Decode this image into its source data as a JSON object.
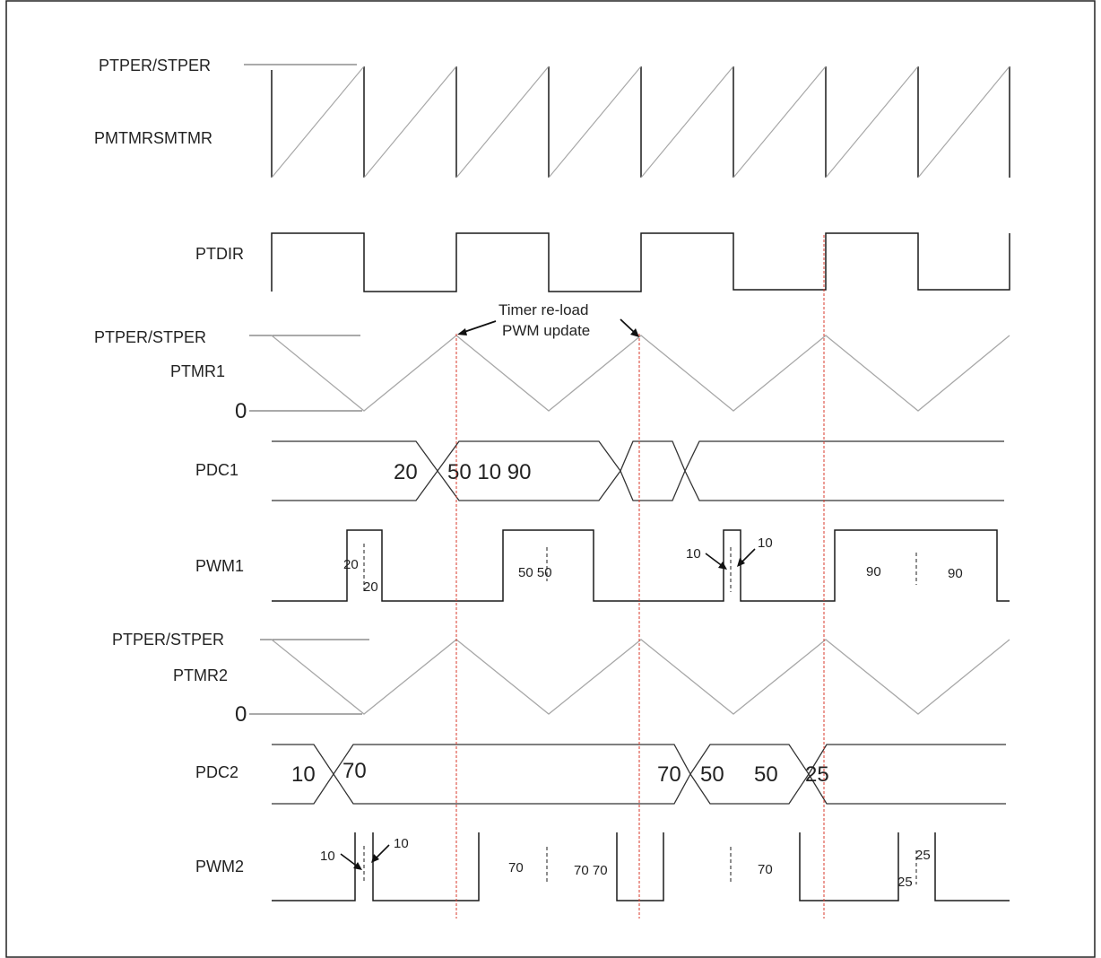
{
  "colors": {
    "wave": "#1a1a1a",
    "ramp": "#a8a8a8",
    "guide": "#d93a2b",
    "reference": "#555555",
    "bus": "#333333"
  },
  "signals": {
    "ptper_top": "PTPER/STPER",
    "pmtmr": "PMTMRSMTMR",
    "ptdir": "PTDIR",
    "ptper_mid": "PTPER/STPER",
    "ptmr1": "PTMR1",
    "zero1": "0",
    "pdc1": "PDC1",
    "pwm1": "PWM1",
    "ptper_low": "PTPER/STPER",
    "ptmr2": "PTMR2",
    "zero2": "0",
    "pdc2": "PDC2",
    "pwm2": "PWM2"
  },
  "annotation": {
    "line1": "Timer re-load",
    "line2": "PWM update"
  },
  "pdc1_values": {
    "v20": "20",
    "v50_10_90": "50 10 90"
  },
  "pdc2_values": {
    "v10": "10",
    "v70a": "70",
    "v70b": "70",
    "v50a": "50",
    "v50b": "50",
    "v25": "25"
  },
  "pwm1_marks": {
    "a": "20",
    "b": "20",
    "c": "50 50",
    "d": "10",
    "e": "10",
    "f": "90",
    "g": "90"
  },
  "pwm2_marks": {
    "a": "10",
    "b": "10",
    "c": "70",
    "d": "70 70",
    "e": "70",
    "f": "25",
    "g": "25"
  }
}
